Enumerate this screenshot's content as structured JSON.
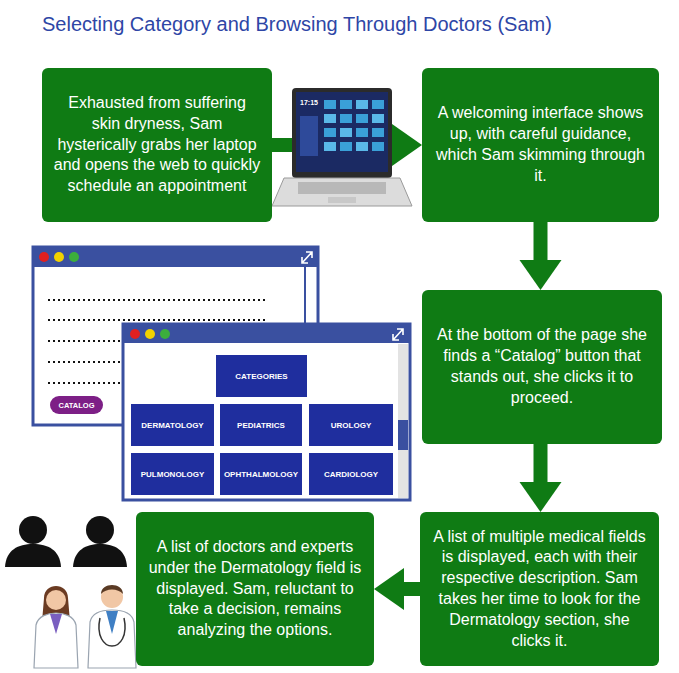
{
  "diagram": {
    "title": "Selecting Category and Browsing Through Doctors (Sam)",
    "nodes": [
      {
        "text": [
          "Exhausted from suffering skin dryness, Sam hysterically grabs her laptop and opens the web to quickly schedule an appointment"
        ]
      },
      {
        "text": [
          "A welcoming interface shows up, with careful guidance, which Sam skimming through it."
        ]
      },
      {
        "text": [
          "At the bottom of the page she finds a “Catalog” button that stands out, she clicks it to proceed."
        ]
      },
      {
        "text": [
          "A list of multiple medical fields is displayed, each with their respective description. Sam takes her time to look for the Dermatology section, she clicks it."
        ]
      },
      {
        "text": [
          "A list of doctors and experts under the Dermatology field is displayed. Sam, reluctant to take a decision, remains analyzing the options."
        ]
      }
    ],
    "edges": [
      {
        "from": 0,
        "to": 1,
        "arrow": "to"
      },
      {
        "from": 1,
        "to": 2,
        "arrow": "to"
      },
      {
        "from": 2,
        "to": 3,
        "arrow": "to"
      },
      {
        "from": 3,
        "to": 4,
        "arrow": "to"
      }
    ],
    "labels": [
      "17:15",
      "CATALOG",
      "CATEGORIES",
      "DERMATOLOGY",
      "PEDIATRICS",
      "UROLOGY",
      "PULMONOLOGY",
      "OPHTHALMOLOGY",
      "CARDIOLOGY"
    ]
  }
}
